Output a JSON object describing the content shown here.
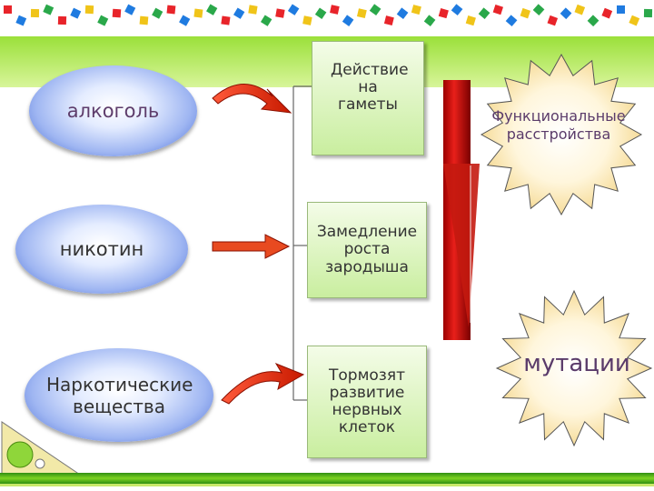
{
  "causes": [
    {
      "label": "алкоголь"
    },
    {
      "label": "никотин"
    },
    {
      "label": "Наркотические вещества"
    }
  ],
  "effects": [
    {
      "label": "Действие на гаметы"
    },
    {
      "label": "Замедление роста зародыша"
    },
    {
      "label": "Тормозят развитие нервных клеток"
    }
  ],
  "outcomes": [
    {
      "label": "Функциональные расстройства"
    },
    {
      "label": "мутации"
    }
  ],
  "colors": {
    "ellipse_blue": "#3a5fd0",
    "box_green": "#c9ee9f",
    "arrow_red": "#e8201a",
    "star_yellow": "#fbe9b0"
  }
}
